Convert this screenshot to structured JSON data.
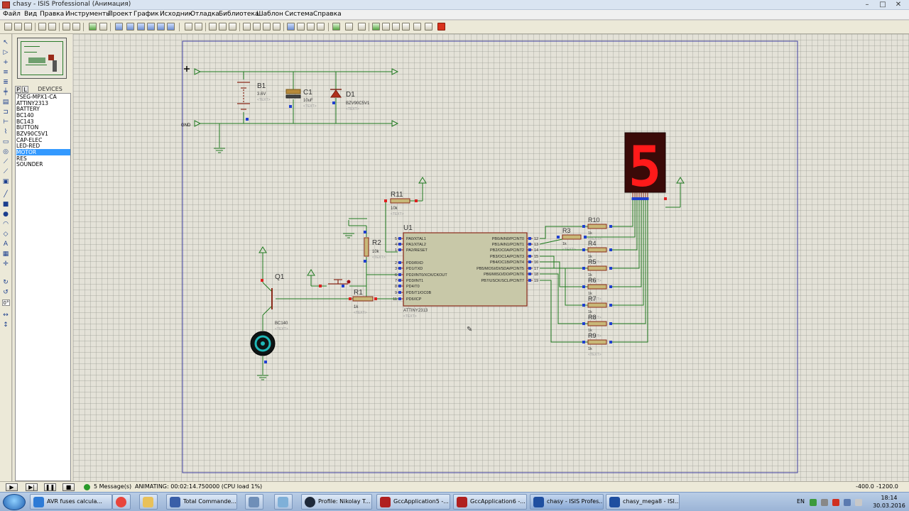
{
  "window": {
    "title": "chasy - ISIS Professional (Анимация)",
    "minimize_icon": "minimize-icon",
    "maximize_icon": "maximize-icon",
    "close_icon": "close-icon"
  },
  "menu": [
    "Файл",
    "Вид",
    "Правка",
    "Инструменты",
    "Проект",
    "График",
    "Исходник",
    "Отладка",
    "Библиотека",
    "Шаблон",
    "Система",
    "Справка"
  ],
  "device_panel": {
    "tab_p": "P",
    "tab_l": "L",
    "tab_devices": "DEVICES",
    "devices": [
      "7SEG-MPX1-CA",
      "ATTINY2313",
      "BATTERY",
      "BC140",
      "BC143",
      "BUTTON",
      "BZV90C5V1",
      "CAP-ELEC",
      "LED-RED",
      "MOTOR",
      "RES",
      "SOUNDER"
    ],
    "selected": "MOTOR"
  },
  "schematic": {
    "power_label": "+",
    "gnd_label": "GND",
    "text_placeholder": "<TEXT>",
    "b1": {
      "ref": "B1",
      "value": "3.6V"
    },
    "c1": {
      "ref": "C1",
      "value": "10uF"
    },
    "d1": {
      "ref": "D1",
      "value": "BZV90C5V1"
    },
    "r11": {
      "ref": "R11",
      "value": "10k"
    },
    "r2": {
      "ref": "R2",
      "value": "10k"
    },
    "r1": {
      "ref": "R1",
      "value": "1k"
    },
    "q1": {
      "ref": "Q1",
      "value": "BC140"
    },
    "u1": {
      "ref": "U1",
      "value": "ATTINY2313",
      "left_pins": [
        {
          "num": "5",
          "name": "PA0/XTAL1"
        },
        {
          "num": "4",
          "name": "PA1/XTAL2"
        },
        {
          "num": "1",
          "name": "PA2/RESET"
        },
        {
          "num": "2",
          "name": "PD0/RXD"
        },
        {
          "num": "3",
          "name": "PD1/TXD"
        },
        {
          "num": "6",
          "name": "PD2/INT0/XCK/CKOUT"
        },
        {
          "num": "7",
          "name": "PD3/INT1"
        },
        {
          "num": "8",
          "name": "PD4/T0"
        },
        {
          "num": "9",
          "name": "PD5/T1/OC0B"
        },
        {
          "num": "11",
          "name": "PD6/ICP"
        }
      ],
      "right_pins": [
        {
          "num": "12",
          "name": "PB0/AIN0/PCINT0"
        },
        {
          "num": "13",
          "name": "PB1/AIN1/PCINT1"
        },
        {
          "num": "14",
          "name": "PB2/OC0A/PCINT2"
        },
        {
          "num": "15",
          "name": "PB3/OC1A/PCINT3"
        },
        {
          "num": "16",
          "name": "PB4/OC1B/PCINT4"
        },
        {
          "num": "17",
          "name": "PB5/MOSI/DI/SDA/PCINT5"
        },
        {
          "num": "18",
          "name": "PB6/MISO/DO/PCINT6"
        },
        {
          "num": "19",
          "name": "PB7/USCK/SCL/PCINT7"
        }
      ]
    },
    "segment_resistors": [
      {
        "ref": "R10",
        "value": "1k"
      },
      {
        "ref": "R3",
        "value": "1k"
      },
      {
        "ref": "R4",
        "value": "1k"
      },
      {
        "ref": "R5",
        "value": "1k"
      },
      {
        "ref": "R6",
        "value": "1k"
      },
      {
        "ref": "R7",
        "value": "1k"
      },
      {
        "ref": "R8",
        "value": "1k"
      },
      {
        "ref": "R9",
        "value": "1k"
      }
    ],
    "display_digit": "5",
    "display_color": "#ff1a1a"
  },
  "status": {
    "messages": "5 Message(s)",
    "animating": "ANIMATING: 00:02:14.750000 (CPU load 1%)",
    "coord_x": "-400.0",
    "coord_y": "-1200.0",
    "play_icon": "play-icon",
    "step_icon": "step-icon",
    "pause_icon": "pause-icon",
    "stop_icon": "stop-icon"
  },
  "taskbar": {
    "items": [
      {
        "label": "AVR fuses calcula...",
        "icon": "browser-icon",
        "color": "#2e7bd6"
      },
      {
        "label": "",
        "icon": "chrome-icon",
        "color": "#e8453c"
      },
      {
        "label": "",
        "icon": "folder-icon",
        "color": "#e8c15a"
      },
      {
        "label": "Total Commande...",
        "icon": "disk-icon",
        "color": "#3a5fa8"
      },
      {
        "label": "",
        "icon": "calculator-icon",
        "color": "#6f8fb8"
      },
      {
        "label": "",
        "icon": "notepad-icon",
        "color": "#7fb0d8"
      },
      {
        "label": "Profile: Nikolay T...",
        "icon": "steam-icon",
        "color": "#1f2a3a"
      },
      {
        "label": "GccApplication5 -...",
        "icon": "atmel-icon",
        "color": "#b02020"
      },
      {
        "label": "GccApplication6 -...",
        "icon": "atmel-icon",
        "color": "#b02020"
      },
      {
        "label": "chasy - ISIS Profes...",
        "icon": "isis-icon",
        "color": "#1f4fa0"
      },
      {
        "label": "chasy_mega8 - ISI...",
        "icon": "isis-icon",
        "color": "#1f4fa0"
      }
    ],
    "lang": "EN",
    "time": "18:14",
    "date": "30.03.2016"
  }
}
